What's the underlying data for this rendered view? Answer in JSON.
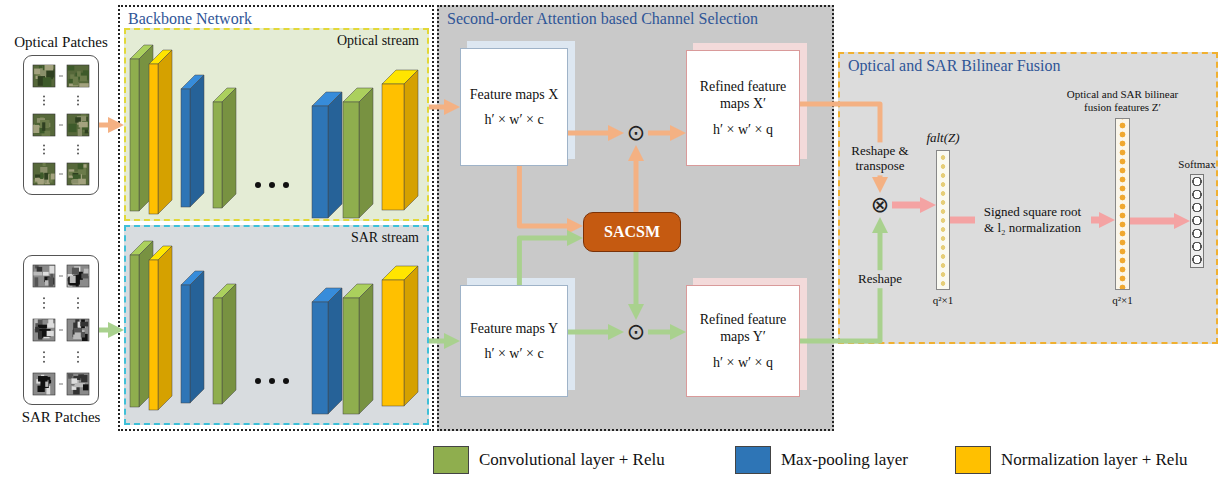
{
  "diagram": {
    "nodes": [
      {
        "text": [
          "Optical Patches"
        ]
      },
      {
        "text": [
          "SAR Patches"
        ]
      },
      {
        "text": [
          "Backbone Network"
        ]
      },
      {
        "text": [
          "Optical stream"
        ],
        "in": 2
      },
      {
        "text": [
          "SAR stream"
        ],
        "in": 2
      },
      {
        "text": [
          "Second-order Attention based Channel Selection"
        ]
      },
      {
        "text": [
          "Feature maps X",
          "h′ × w′ × c"
        ],
        "in": 5
      },
      {
        "text": [
          "⊙"
        ],
        "in": 5
      },
      {
        "text": [
          "Refined feature maps X′",
          "h′ × w′ × q"
        ],
        "in": 5
      },
      {
        "text": [
          "SACSM"
        ],
        "in": 5
      },
      {
        "text": [
          "Feature maps Y",
          "h′ × w′ × c"
        ],
        "in": 5
      },
      {
        "text": [
          "⊙"
        ],
        "in": 5
      },
      {
        "text": [
          "Refined feature maps Y′",
          "h′ × w′ × q"
        ],
        "in": 5
      },
      {
        "text": [
          "Optical and SAR Bilinear Fusion"
        ]
      },
      {
        "text": [
          "⊗"
        ],
        "in": 13
      },
      {
        "text": [
          "falt(Z)",
          "q²×1"
        ],
        "in": 13
      },
      {
        "text": [
          "Optical and SAR bilinear fusion features Z′",
          "q²×1"
        ],
        "in": 13
      },
      {
        "text": [
          "Softmax"
        ],
        "in": 13
      }
    ],
    "edges": [
      {
        "from": 0,
        "to": 3,
        "arrow": "to"
      },
      {
        "from": 1,
        "to": 4,
        "arrow": "to"
      },
      {
        "from": 3,
        "to": 6,
        "arrow": "to"
      },
      {
        "from": 4,
        "to": 10,
        "arrow": "to"
      },
      {
        "from": 6,
        "to": 7,
        "arrow": "to"
      },
      {
        "from": 7,
        "to": 8,
        "arrow": "to"
      },
      {
        "from": 6,
        "to": 9,
        "arrow": "to"
      },
      {
        "from": 10,
        "to": 9,
        "arrow": "to"
      },
      {
        "from": 9,
        "to": 7,
        "arrow": "to"
      },
      {
        "from": 9,
        "to": 11,
        "arrow": "to"
      },
      {
        "from": 10,
        "to": 11,
        "arrow": "to"
      },
      {
        "from": 11,
        "to": 12,
        "arrow": "to"
      },
      {
        "from": 8,
        "to": 14,
        "label": "Reshape & transpose",
        "arrow": "to"
      },
      {
        "from": 12,
        "to": 14,
        "label": "Reshape",
        "arrow": "to"
      },
      {
        "from": 14,
        "to": 15,
        "arrow": "to"
      },
      {
        "from": 15,
        "to": 16,
        "label": "Signed square root & l₂ normalization",
        "arrow": "to"
      },
      {
        "from": 16,
        "to": 17,
        "arrow": "to"
      }
    ],
    "legend": [
      {
        "text": "Convolutional layer + Relu",
        "color": "#8fae4e"
      },
      {
        "text": "Max-pooling layer",
        "color": "#2e75b6"
      },
      {
        "text": "Normalization layer + Relu",
        "color": "#ffc000"
      }
    ]
  }
}
